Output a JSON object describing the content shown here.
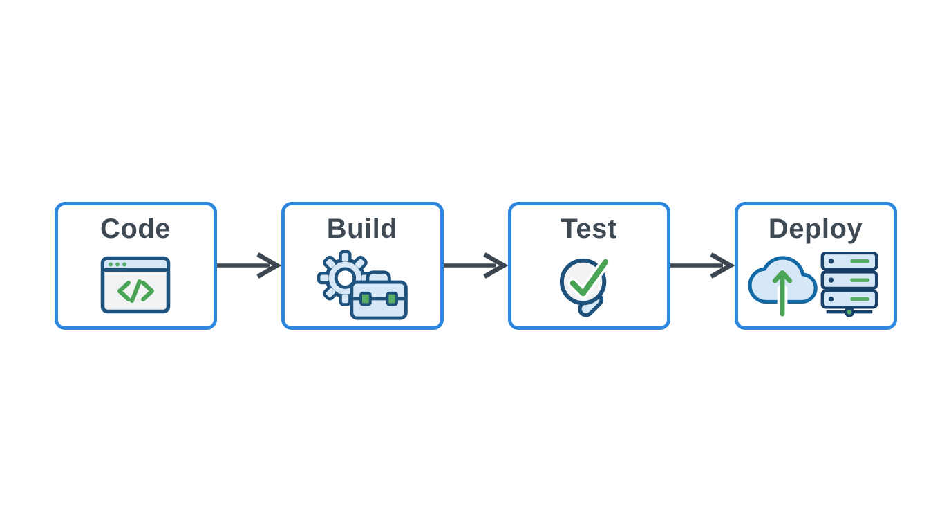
{
  "diagram": {
    "type": "pipeline-flowchart",
    "steps": [
      {
        "label": "Code",
        "icon": "code-window-icon"
      },
      {
        "label": "Build",
        "icon": "gear-toolbox-icon"
      },
      {
        "label": "Test",
        "icon": "magnifier-checkmark-icon"
      },
      {
        "label": "Deploy",
        "icon": "cloud-upload-server-icon"
      }
    ],
    "connector": "right-arrow",
    "colors": {
      "box_border": "#2e87de",
      "label_text": "#3e4953",
      "arrow": "#3c4650",
      "icon_outline": "#1e527d",
      "icon_outline_dark": "#19416a",
      "cloud_outline": "#1368a6",
      "icon_fill_blue": "#d6e8f7",
      "icon_fill_gray": "#f1f3f4",
      "green": "#49a455",
      "green_fill": "#58ad66",
      "background": "#ffffff"
    }
  }
}
